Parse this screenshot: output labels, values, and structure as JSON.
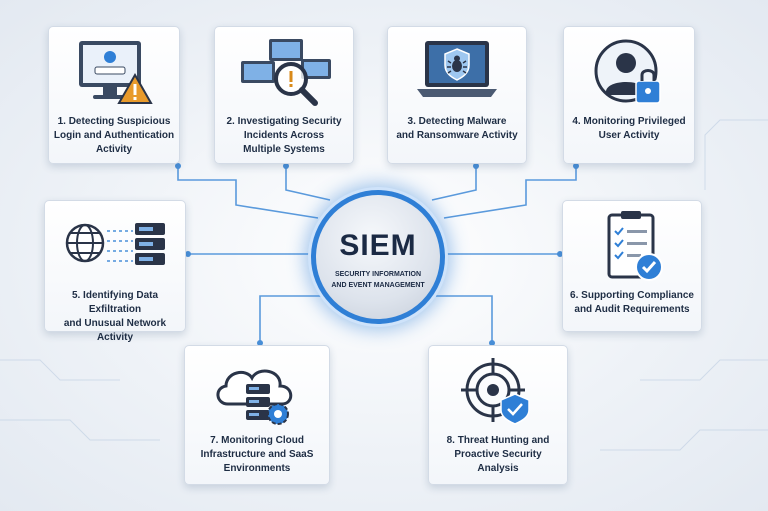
{
  "hub": {
    "title": "SIEM",
    "subtitle": "SECURITY INFORMATION\nAND EVENT MANAGEMENT"
  },
  "cards": [
    {
      "label": "1. Detecting Suspicious\nLogin and Authentication\nActivity",
      "icon": "monitor-warning-icon"
    },
    {
      "label": "2. Investigating Security\nIncidents Across\nMultiple Systems",
      "icon": "magnifier-monitors-icon"
    },
    {
      "label": "3. Detecting Malware\nand Ransomware Activity",
      "icon": "laptop-shield-bug-icon"
    },
    {
      "label": "4. Monitoring Privileged\nUser Activity",
      "icon": "user-lock-icon"
    },
    {
      "label": "5. Identifying Data Exfiltration\nand Unusual Network Activity",
      "icon": "globe-server-icon"
    },
    {
      "label": "6. Supporting Compliance\nand Audit Requirements",
      "icon": "clipboard-check-icon"
    },
    {
      "label": "7. Monitoring Cloud\nInfrastructure and SaaS\nEnvironments",
      "icon": "cloud-server-gear-icon"
    },
    {
      "label": "8. Threat Hunting and\nProactive Security Analysis",
      "icon": "target-shield-icon"
    }
  ],
  "colors": {
    "accent": "#2f7fd6",
    "wire": "#4a90d9",
    "text": "#1e2d44",
    "warning": "#d98a1a"
  }
}
